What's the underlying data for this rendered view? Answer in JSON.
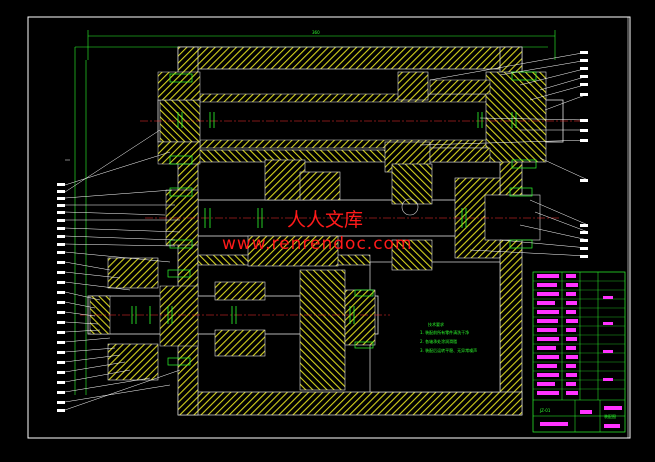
{
  "watermark": {
    "chinese": "人人文库",
    "url": "www.renrendoc.com",
    "color": "#ff1a1a"
  },
  "colors": {
    "background": "#000000",
    "frame": "#ffffff",
    "hatch": "#d4d21e",
    "outline": "#e0e0e0",
    "centerline": "#ff3030",
    "dimension": "#2dff2d",
    "leader": "#ffffff",
    "annotation": "#ff33ff",
    "titleblock": "#2dff2d",
    "blue_frame": "#3a55ff"
  },
  "drawing": {
    "type": "gearbox-assembly-section",
    "overall_dimension_label": "360"
  },
  "tech_requirements": {
    "heading": "技术要求",
    "lines": [
      "1. 装配前所有零件清洗干净",
      "2. 各轴承处涂润滑脂",
      "3. 装配后运转平稳、无异常噪声"
    ]
  },
  "title_block": {
    "rows": 14,
    "name_label": "装配图",
    "drawing_no": "JZ-01"
  },
  "balloons": {
    "left_count": 28,
    "right_count": 16
  }
}
